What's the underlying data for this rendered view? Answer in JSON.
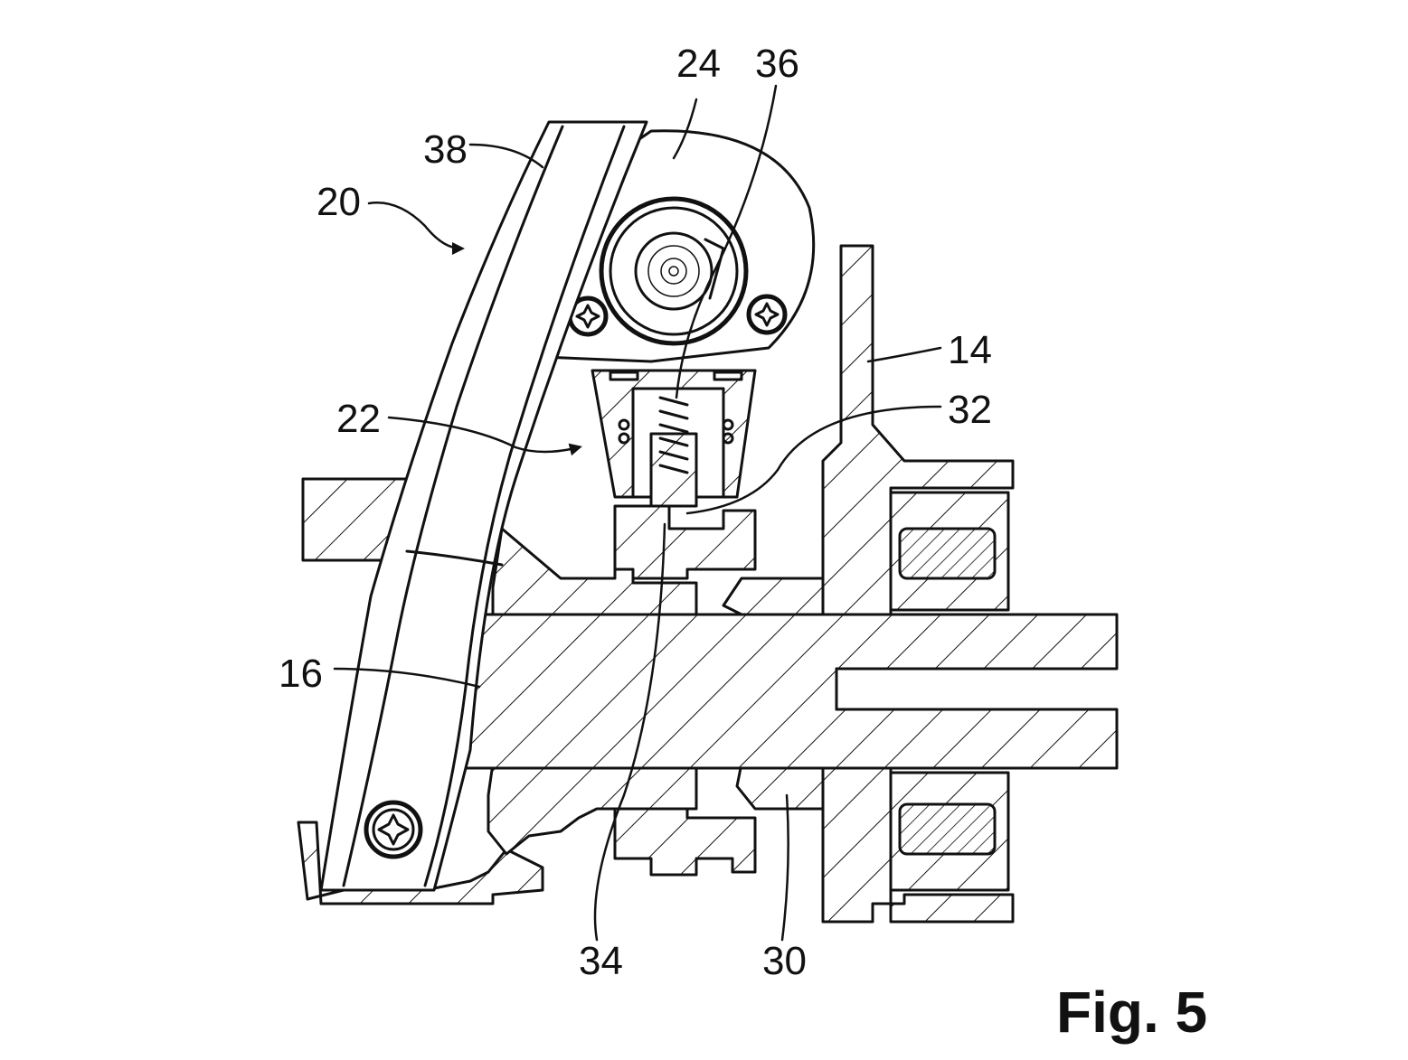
{
  "figure": {
    "caption": "Fig. 5"
  },
  "reference_numerals": [
    {
      "id": "ref-24",
      "text": "24"
    },
    {
      "id": "ref-36",
      "text": "36"
    },
    {
      "id": "ref-38",
      "text": "38"
    },
    {
      "id": "ref-20",
      "text": "20"
    },
    {
      "id": "ref-14",
      "text": "14"
    },
    {
      "id": "ref-22",
      "text": "22"
    },
    {
      "id": "ref-32",
      "text": "32"
    },
    {
      "id": "ref-16",
      "text": "16"
    },
    {
      "id": "ref-34",
      "text": "34"
    },
    {
      "id": "ref-30",
      "text": "30"
    }
  ],
  "colors": {
    "ink": "#111111",
    "paper": "#ffffff"
  }
}
